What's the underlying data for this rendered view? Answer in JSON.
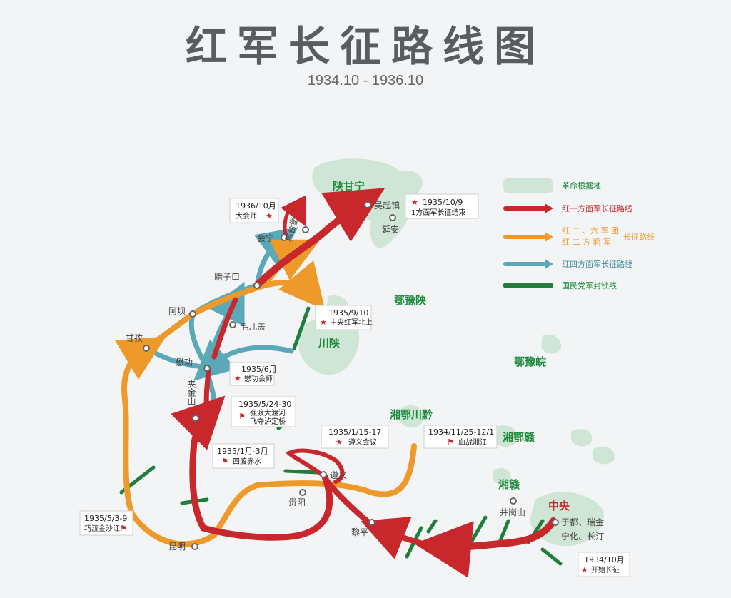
{
  "header": {
    "title": "红军长征路线图",
    "date_range": "1934.10 - 1936.10"
  },
  "colors": {
    "base_area": "#cfe6d6",
    "first_army": "#c8282c",
    "second_sixth_army": "#ee9a2a",
    "fourth_army": "#5aa8b8",
    "blockade": "#1f7f3a",
    "region_text": "#1e8a3c"
  },
  "legend": [
    {
      "key": "base_area",
      "label": "革命根据地"
    },
    {
      "key": "first_army",
      "label": "红一方面军长征路线"
    },
    {
      "key": "second_sixth_army",
      "label_line1": "红 二 、六 军 团",
      "label_line2": "红 二 方 面 军",
      "label_suffix": "长征路线"
    },
    {
      "key": "fourth_army",
      "label": "红四方面军长征路线"
    },
    {
      "key": "blockade",
      "label": "国民党军封锁线"
    }
  ],
  "regions": [
    {
      "id": "shaanganning",
      "name": "陕甘宁"
    },
    {
      "id": "eyushan",
      "name": "鄂豫陕"
    },
    {
      "id": "chuanshan",
      "name": "川陕"
    },
    {
      "id": "eyuwan",
      "name": "鄂豫皖"
    },
    {
      "id": "xiangechuanqian",
      "name": "湘鄂川黔"
    },
    {
      "id": "xiangegan",
      "name": "湘鄂赣"
    },
    {
      "id": "xianggan",
      "name": "湘赣"
    },
    {
      "id": "zhongyang",
      "name": "中央"
    }
  ],
  "places": [
    {
      "id": "wuqi",
      "name": "吴起镇"
    },
    {
      "id": "yanan",
      "name": "延安"
    },
    {
      "id": "huining",
      "name": "会宁"
    },
    {
      "id": "jiangtaibao",
      "name": "将台堡"
    },
    {
      "id": "lazikou",
      "name": "腊子口"
    },
    {
      "id": "maoergai",
      "name": "毛儿盖"
    },
    {
      "id": "aba",
      "name": "阿坝"
    },
    {
      "id": "ganzi",
      "name": "甘孜"
    },
    {
      "id": "maogong",
      "name": "懋功"
    },
    {
      "id": "jiajinshan",
      "name": "夹金山"
    },
    {
      "id": "zunyi",
      "name": "遵义"
    },
    {
      "id": "guiyang",
      "name": "贵阳"
    },
    {
      "id": "liping",
      "name": "黎平"
    },
    {
      "id": "kunming",
      "name": "昆明"
    },
    {
      "id": "jinggangshan",
      "name": "井岗山"
    },
    {
      "id": "yudu",
      "name": "于都、瑞金"
    },
    {
      "id": "ninghua",
      "name": "宁化、长汀"
    }
  ],
  "callouts": [
    {
      "id": "c1936",
      "date": "1936/10月",
      "text": "大会师"
    },
    {
      "id": "c1935_10",
      "date": "1935/10/9",
      "text": "1方面军长征结束"
    },
    {
      "id": "c1935_9",
      "date": "1935/9/10",
      "text": "中央红军北上"
    },
    {
      "id": "c1935_6",
      "date": "1935/6月",
      "text": "懋功会师"
    },
    {
      "id": "c1935_5_24",
      "date": "1935/5/24-30",
      "text": "强渡大渡河",
      "text2": "飞夺泸定桥"
    },
    {
      "id": "c1935_1_15",
      "date": "1935/1/15-17",
      "text": "遵义会议"
    },
    {
      "id": "c1934_11",
      "date": "1934/11/25-12/1",
      "text": "血战湘江"
    },
    {
      "id": "c1935_1",
      "date": "1935/1月-3月",
      "text": "四渡赤水"
    },
    {
      "id": "c1935_5_3",
      "date": "1935/5/3-9",
      "text": "巧渡金沙江"
    },
    {
      "id": "c1934_10",
      "date": "1934/10月",
      "text": "开始长征"
    }
  ]
}
